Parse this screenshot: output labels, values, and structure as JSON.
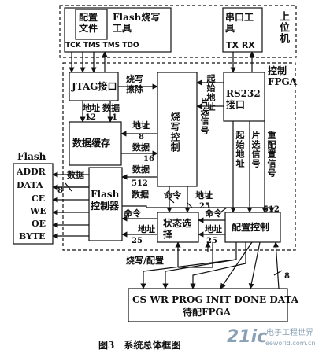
{
  "upper_pc": {
    "title": "上位机",
    "config_file": "配置文件",
    "flash_tool": "Flash烧写工具",
    "jtag_pins": "TCK TMS TMS TDO",
    "serial_tool": "串口工具",
    "serial_pins": "TX  RX"
  },
  "fpga": {
    "title": "控制FPGA",
    "jtag_block": "JTAG接口",
    "buffer_block": "数据缓存",
    "burn_ctrl_block": "烧写控制",
    "rs232_block": "RS232接口",
    "flash_ctrl_block": "Flash控制器",
    "state_block": "状态选择",
    "config_ctrl_block": "配置控制"
  },
  "flash_chip": {
    "title": "Flash",
    "pins": [
      "ADDR",
      "DATA",
      "CE",
      "WE",
      "OE",
      "BYTE"
    ]
  },
  "target": {
    "pins": "CS  WR  PROG  INIT  DONE  DATA",
    "title": "待配FPGA"
  },
  "signals": {
    "burn_erase": "烧写擦除",
    "addr": "地址",
    "data": "数据",
    "start_addr": "起始地址",
    "chip_select": "片选信号",
    "reconfig": "重配置信号",
    "command": "命令",
    "burn_config": "烧写/配置",
    "n12": "12",
    "n1": "1",
    "n8": "8",
    "n16": "16",
    "n512": "512",
    "n25": "25"
  },
  "caption": "图3　系统总体框图",
  "watermark": {
    "logo": "21ic",
    "name": "电子工程世界",
    "url": "eeworld.com.cn"
  }
}
